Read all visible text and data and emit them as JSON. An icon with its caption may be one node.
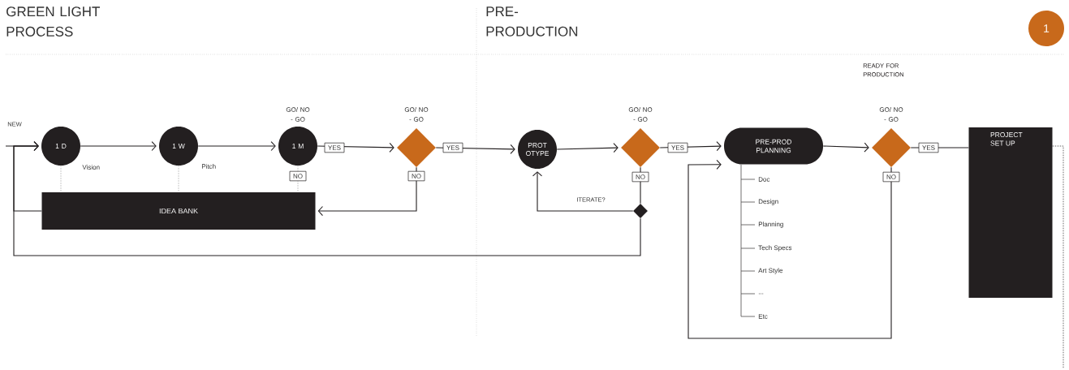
{
  "diagram": {
    "nodes": [
      {
        "text": [
          "1 D"
        ],
        "beside": [
          "Vision"
        ]
      },
      {
        "text": [
          "1 W"
        ],
        "beside": [
          "Pitch"
        ]
      },
      {
        "text": [
          "1 M"
        ],
        "beside": [
          "GO/ NO - GO"
        ]
      },
      {
        "text": [],
        "shape": "diamond",
        "beside": [
          "GO/ NO - GO"
        ]
      },
      {
        "text": [
          "IDEA BANK"
        ]
      },
      {
        "text": [
          "PROT OTYPE"
        ]
      },
      {
        "text": [],
        "shape": "diamond",
        "beside": [
          "GO/ NO - GO"
        ]
      },
      {
        "text": [],
        "shape": "diamond"
      },
      {
        "text": [
          "PRE-PROD PLANNING"
        ]
      },
      {
        "text": [],
        "shape": "diamond",
        "beside": [
          "GO/ NO - GO"
        ]
      },
      {
        "text": [
          "PROJECT SET UP"
        ]
      },
      {
        "text": [
          "1"
        ]
      }
    ],
    "edges": [
      {
        "from": null,
        "to": 0,
        "arrow": "to",
        "label": "NEW"
      },
      {
        "from": 0,
        "to": 1,
        "arrow": "to"
      },
      {
        "from": 1,
        "to": 2,
        "arrow": "to"
      },
      {
        "from": 2,
        "to": 3,
        "arrow": "to",
        "label": "YES"
      },
      {
        "from": 3,
        "to": 5,
        "arrow": "to",
        "label": "YES"
      },
      {
        "from": 5,
        "to": 6,
        "arrow": "to"
      },
      {
        "from": 6,
        "to": 8,
        "arrow": "to",
        "label": "YES"
      },
      {
        "from": 8,
        "to": 9,
        "arrow": "to"
      },
      {
        "from": 9,
        "to": 10,
        "arrow": "none",
        "label": "YES"
      },
      {
        "from": 0,
        "to": 4,
        "arrow": "none",
        "style": "dashed",
        "color": "#9a9a9a"
      },
      {
        "from": 1,
        "to": 4,
        "arrow": "none",
        "style": "dashed",
        "color": "#9a9a9a"
      },
      {
        "from": 2,
        "to": 4,
        "arrow": "none",
        "style": "dashed",
        "color": "#9a9a9a",
        "label": "NO"
      },
      {
        "from": 3,
        "to": 4,
        "arrow": "to",
        "label": "NO"
      },
      {
        "from": 6,
        "to": 7,
        "arrow": "none",
        "label": "NO"
      },
      {
        "from": 7,
        "to": 5,
        "arrow": "to",
        "label": "ITERATE?"
      },
      {
        "from": 4,
        "to": 0,
        "arrow": "to"
      },
      {
        "from": 7,
        "to": 0,
        "arrow": "to"
      },
      {
        "from": 9,
        "to": 8,
        "arrow": "to",
        "label": "NO"
      },
      {
        "from": 10,
        "to": null,
        "arrow": "none",
        "style": "dashed"
      }
    ],
    "labels": [
      "GREEN LIGHT PROCESS",
      "PRE- PRODUCTION",
      "READY FOR PRODUCTION",
      "Doc",
      "Design",
      "Planning",
      "Tech Specs",
      "Art Style",
      "...",
      "Etc"
    ]
  }
}
